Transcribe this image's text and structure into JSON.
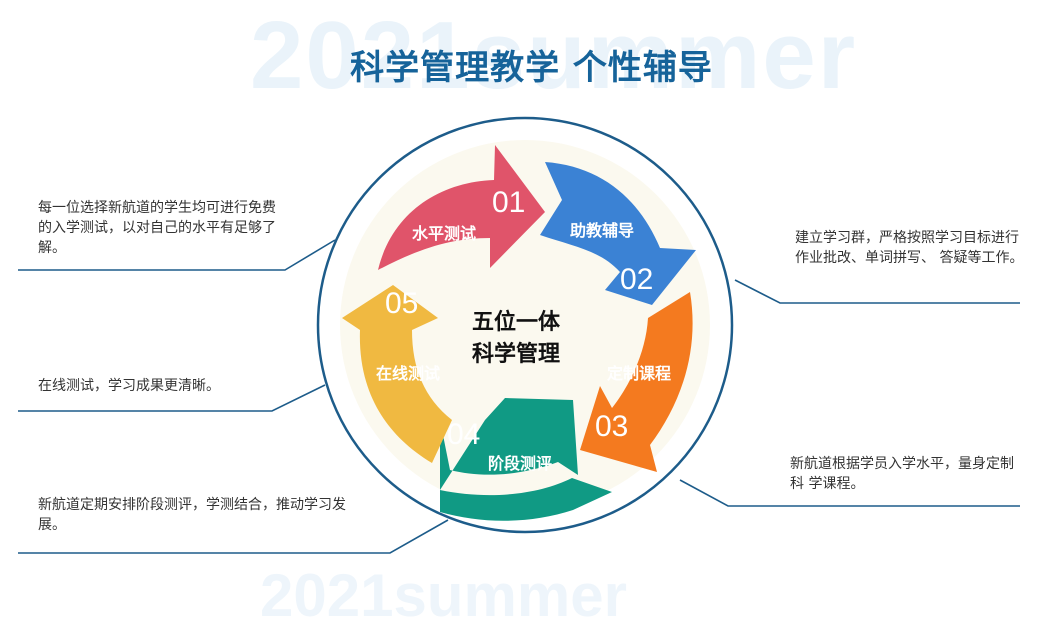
{
  "watermark": "2021summer",
  "title": "科学管理教学 个性辅导",
  "center": {
    "line1": "五位一体",
    "line2": "科学管理"
  },
  "steps": [
    {
      "num": "01",
      "label": "水平测试",
      "color": "#e0546a"
    },
    {
      "num": "02",
      "label": "助教辅导",
      "color": "#3b82d4"
    },
    {
      "num": "03",
      "label": "定制课程",
      "color": "#f47a1f"
    },
    {
      "num": "04",
      "label": "阶段测评",
      "color": "#109a84"
    },
    {
      "num": "05",
      "label": "在线测试",
      "color": "#f0b941"
    }
  ],
  "notes": {
    "n1": "每一位选择新航道的学生均可进行免费的入学测试，以对自己的水平有足够了解。",
    "n2": "建立学习群，严格按照学习目标进行作业批改、单词拼写、 答疑等工作。",
    "n3": "新航道根据学员入学水平，量身定制科 学课程。",
    "n4": "新航道定期安排阶段测评，学测结合，推动学习发展。",
    "n5": "在线测试，学习成果更清晰。"
  },
  "colors": {
    "accent": "#16639a",
    "ring": "#1d5c8a",
    "disc": "#fbf9ef"
  }
}
